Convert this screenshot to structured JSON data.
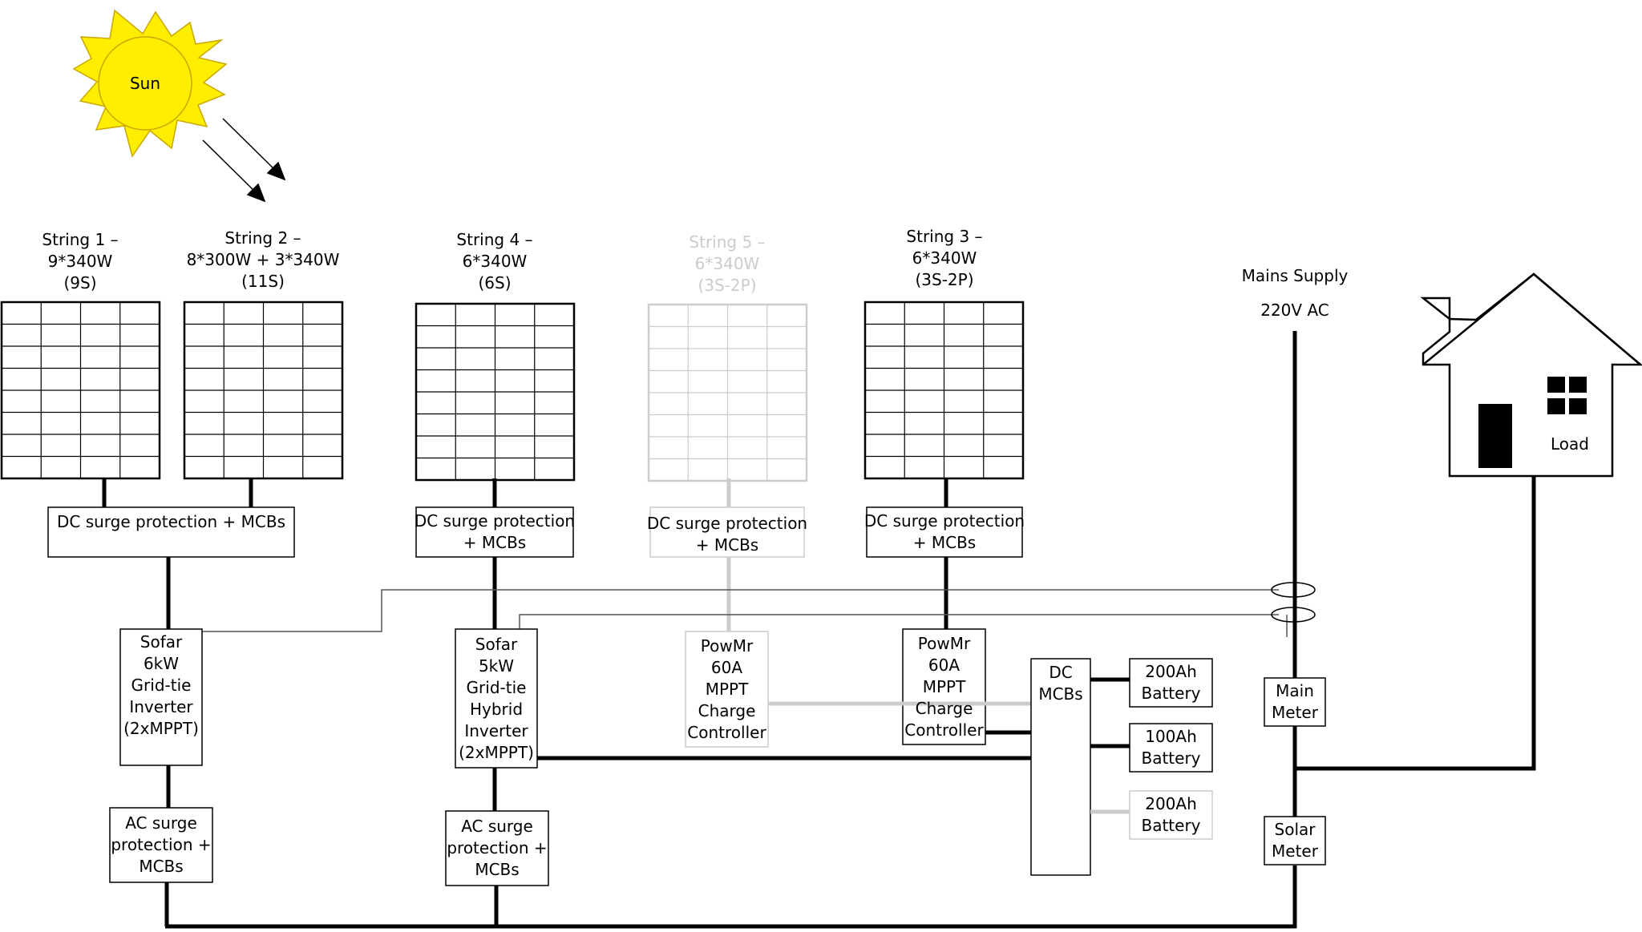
{
  "sun": {
    "label": "Sun"
  },
  "strings": {
    "s1": {
      "line1": "String 1 –",
      "line2": "9*340W",
      "line3": "(9S)"
    },
    "s2": {
      "line1": "String 2 –",
      "line2": "8*300W + 3*340W",
      "line3": "(11S)"
    },
    "s4": {
      "line1": "String 4 –",
      "line2": "6*340W",
      "line3": "(6S)"
    },
    "s5": {
      "line1": "String 5 –",
      "line2": "6*340W",
      "line3": "(3S-2P)"
    },
    "s3": {
      "line1": "String 3 –",
      "line2": "6*340W",
      "line3": "(3S-2P)"
    }
  },
  "dc_protection": {
    "a": {
      "line1": "DC surge protection + MCBs"
    },
    "b": {
      "line1": "DC surge protection",
      "line2": "+ MCBs"
    },
    "c": {
      "line1": "DC surge protection",
      "line2": "+ MCBs"
    },
    "d": {
      "line1": "DC surge protection",
      "line2": "+ MCBs"
    }
  },
  "inverters": {
    "sofar6": {
      "l1": "Sofar",
      "l2": "6kW",
      "l3": "Grid-tie",
      "l4": "Inverter",
      "l5": "(2xMPPT)"
    },
    "sofar5": {
      "l1": "Sofar",
      "l2": "5kW",
      "l3": "Grid-tie",
      "l4": "Hybrid",
      "l5": "Inverter",
      "l6": "(2xMPPT)"
    }
  },
  "controllers": {
    "faded": {
      "l1": "PowMr",
      "l2": "60A",
      "l3": "MPPT",
      "l4": "Charge",
      "l5": "Controller"
    },
    "active": {
      "l1": "PowMr",
      "l2": "60A",
      "l3": "MPPT",
      "l4": "Charge",
      "l5": "Controller"
    }
  },
  "ac_protection": {
    "a": {
      "l1": "AC surge",
      "l2": "protection +",
      "l3": "MCBs"
    },
    "b": {
      "l1": "AC surge",
      "l2": "protection +",
      "l3": "MCBs"
    }
  },
  "dc_mcbs": {
    "l1": "DC",
    "l2": "MCBs"
  },
  "batteries": {
    "b1": {
      "l1": "200Ah",
      "l2": "Battery"
    },
    "b2": {
      "l1": "100Ah",
      "l2": "Battery"
    },
    "b3": {
      "l1": "200Ah",
      "l2": "Battery"
    }
  },
  "mains": {
    "title": "Mains Supply",
    "voltage": "220V AC"
  },
  "meters": {
    "main": {
      "l1": "Main",
      "l2": "Meter"
    },
    "solar": {
      "l1": "Solar",
      "l2": "Meter"
    }
  },
  "house": {
    "label": "Load"
  },
  "colors": {
    "line": "#000000",
    "faded": "#cccccc",
    "sun_fill": "#ffee00",
    "sun_stroke": "#c8a800",
    "thin_wire": "#555555"
  }
}
